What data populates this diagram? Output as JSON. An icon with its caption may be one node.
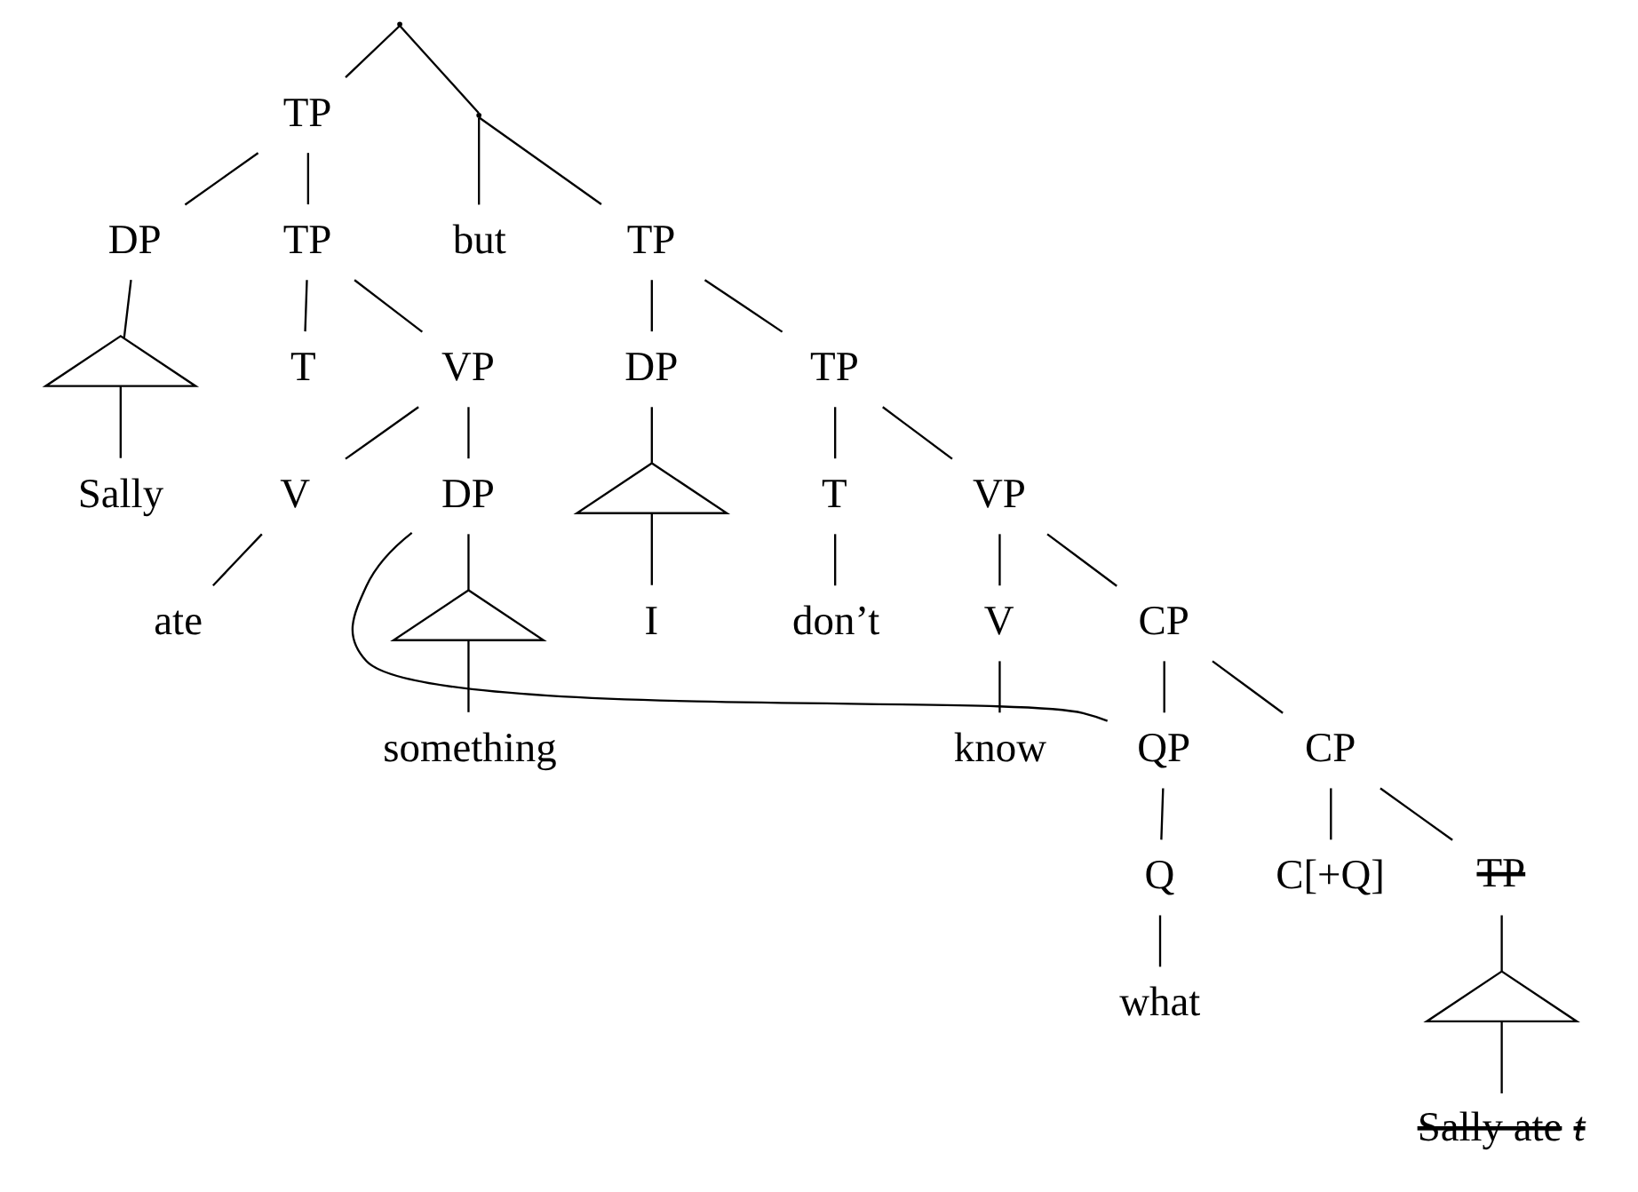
{
  "diagram": {
    "nodes": [
      {
        "text": [],
        "shape": "point"
      },
      {
        "text": [
          "TP"
        ]
      },
      {
        "text": [],
        "shape": "point"
      },
      {
        "text": [
          "DP"
        ]
      },
      {
        "text": [
          "TP"
        ]
      },
      {
        "text": [
          "but"
        ]
      },
      {
        "text": [
          "TP"
        ]
      },
      {
        "text": [],
        "shape": "triangle"
      },
      {
        "text": [
          "T"
        ]
      },
      {
        "text": [
          "VP"
        ]
      },
      {
        "text": [
          "DP"
        ]
      },
      {
        "text": [
          "TP"
        ]
      },
      {
        "text": [
          "Sally"
        ]
      },
      {
        "text": [
          "V"
        ]
      },
      {
        "text": [],
        "shape": "triangle"
      },
      {
        "text": [
          "T"
        ]
      },
      {
        "text": [
          "VP"
        ]
      },
      {
        "text": [
          "I"
        ]
      },
      {
        "text": [
          "ate"
        ]
      },
      {
        "text": [
          "don’t"
        ]
      },
      {
        "text": [
          "V"
        ]
      },
      {
        "text": [
          "CP"
        ]
      },
      {
        "text": [
          "know"
        ]
      },
      {
        "text": [
          "QP"
        ]
      },
      {
        "text": [
          "CP"
        ]
      },
      {
        "text": [
          "Q"
        ]
      },
      {
        "text": [
          "C[+Q]"
        ]
      },
      {
        "text": [
          "TP"
        ]
      },
      {
        "text": [
          "DP"
        ]
      },
      {
        "text": [],
        "shape": "triangle"
      },
      {
        "text": [],
        "shape": "triangle"
      },
      {
        "text": [
          "what"
        ]
      },
      {
        "text": [
          "something"
        ]
      },
      {
        "text": [
          "Sally ate *t*"
        ]
      }
    ],
    "edges": [
      {
        "from": 0,
        "to": 1,
        "arrow": "none"
      },
      {
        "from": 0,
        "to": 2,
        "arrow": "none"
      },
      {
        "from": 2,
        "to": 5,
        "arrow": "none"
      },
      {
        "from": 2,
        "to": 6,
        "arrow": "none"
      },
      {
        "from": 1,
        "to": 3,
        "arrow": "none"
      },
      {
        "from": 1,
        "to": 4,
        "arrow": "none"
      },
      {
        "from": 3,
        "to": 7,
        "arrow": "none"
      },
      {
        "from": 7,
        "to": 12,
        "arrow": "none"
      },
      {
        "from": 4,
        "to": 8,
        "arrow": "none"
      },
      {
        "from": 4,
        "to": 9,
        "arrow": "none"
      },
      {
        "from": 9,
        "to": 13,
        "arrow": "none"
      },
      {
        "from": 13,
        "to": 18,
        "arrow": "none"
      },
      {
        "from": 6,
        "to": 10,
        "arrow": "none"
      },
      {
        "from": 6,
        "to": 11,
        "arrow": "none"
      },
      {
        "from": 10,
        "to": 14,
        "arrow": "none"
      },
      {
        "from": 14,
        "to": 17,
        "arrow": "none"
      },
      {
        "from": 11,
        "to": 15,
        "arrow": "none"
      },
      {
        "from": 11,
        "to": 16,
        "arrow": "none"
      },
      {
        "from": 15,
        "to": 19,
        "arrow": "none"
      },
      {
        "from": 16,
        "to": 20,
        "arrow": "none"
      },
      {
        "from": 16,
        "to": 21,
        "arrow": "none"
      },
      {
        "from": 20,
        "to": 22,
        "arrow": "none"
      },
      {
        "from": 21,
        "to": 23,
        "arrow": "none"
      },
      {
        "from": 21,
        "to": 24,
        "arrow": "none"
      },
      {
        "from": 23,
        "to": 25,
        "arrow": "none"
      },
      {
        "from": 25,
        "to": 31,
        "arrow": "none"
      },
      {
        "from": 24,
        "to": 26,
        "arrow": "none"
      },
      {
        "from": 24,
        "to": 27,
        "arrow": "none"
      },
      {
        "from": 27,
        "to": 30,
        "arrow": "none"
      },
      {
        "from": 30,
        "to": 33,
        "arrow": "none"
      },
      {
        "from": 28,
        "to": 29,
        "arrow": "none"
      },
      {
        "from": 29,
        "to": 32,
        "arrow": "none"
      },
      {
        "from": 9,
        "to": 28,
        "arrow": "none"
      },
      {
        "from": 28,
        "to": 23,
        "arrow": "none"
      }
    ]
  }
}
